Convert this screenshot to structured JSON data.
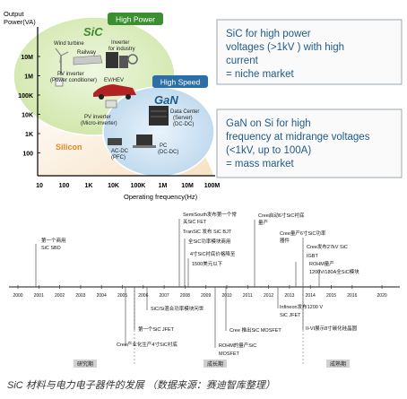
{
  "top_chart": {
    "y_axis_title_line1": "Output",
    "y_axis_title_line2": "Power(VA)",
    "y_ticks": [
      "10M",
      "1M",
      "100K",
      "10K",
      "1K",
      "100"
    ],
    "x_axis_title": "Operating frequency(Hz)",
    "x_ticks": [
      "10",
      "100",
      "1K",
      "10K",
      "100K",
      "1M",
      "10M",
      "100M"
    ],
    "region_sic": "SiC",
    "region_gan": "GaN",
    "region_silicon": "Silicon",
    "badge_high_power": "High Power",
    "badge_high_speed": "High Speed",
    "apps": {
      "wind": "Wind turbine",
      "railway": "Railway",
      "inverter_industry_1": "Inverter",
      "inverter_industry_2": "for industry",
      "pv_pc_1": "PV inverter",
      "pv_pc_2": "(Power conditioner)",
      "ev": "EV/HEV",
      "pv_micro_1": "PV inverter",
      "pv_micro_2": "(Micro-inverter)",
      "datacenter_1": "Data Center",
      "datacenter_2": "(Server)",
      "datacenter_3": "(DC-DC)",
      "acdc_1": "AC-DC",
      "acdc_2": "(PFC)",
      "pc_1": "PC",
      "pc_2": "(DC-DC)"
    }
  },
  "callouts": {
    "sic": {
      "line1": "SiC for high power",
      "line2": "voltages (>1kV ) with high",
      "line3": "current",
      "line4": "= niche market"
    },
    "gan": {
      "line1": "GaN on Si for high",
      "line2": "frequency at midrange voltages",
      "line3": "(<1kV, up to 100A)",
      "line4": "= mass market"
    }
  },
  "timeline": {
    "years": [
      "2000",
      "2001",
      "2002",
      "2003",
      "2004",
      "2005",
      "2006",
      "2007",
      "2008",
      "2009",
      "2010",
      "2011",
      "2012",
      "2013",
      "2014",
      "2015",
      "2016",
      "2020"
    ],
    "phases": [
      "研究期",
      "成长期",
      "成熟期"
    ],
    "events": {
      "e2001_1": "第一个商用",
      "e2001_2": "SiC SBD",
      "semisouth_1": "SemiSouth发布第一个常",
      "semisouth_2": "关SiC FET",
      "transic": "TranSiC 发布 SiC BJT",
      "full_sic": "全SiC功率模块商用",
      "wafer_1": "4寸SiC衬底价格降至",
      "wafer_2": "1500美元以下",
      "cree_6in_1": "Cree启动6寸SiC衬底",
      "cree_6in_2": "量产",
      "cree_igbt_1": "Cree量产6寸SiC功率",
      "cree_igbt_2": "器件",
      "cree_27kv": "Cree发布27kV SiC",
      "igbt": "IGBT",
      "rohm_1": "ROHM量产",
      "rohm_2": "1200V/180A全SiC模块",
      "sic_si_hybrid": "SiC/Si混合功率模块问世",
      "first_jfet": "第一个SiC JFET",
      "cree_industrial": "Cree产业化生产4寸SiC衬底",
      "rohm_mosfet_1": "ROHM的量产SiC",
      "rohm_mosfet_2": "MOSFET",
      "cree_mosfet": "Cree 推出SiC MOSFET",
      "infineon_1": "Infineon发布1200 V",
      "infineon_2": "SiC JFET",
      "iivi": "II-VI展示8寸碳化硅晶圆"
    }
  },
  "caption": "SiC 材料与电力电子器件的发展 （数据来源：赛迪智库整理）"
}
